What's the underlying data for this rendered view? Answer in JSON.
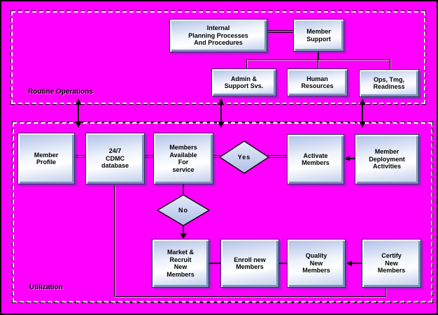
{
  "colors": {
    "background": "#ff00ff",
    "node_border": "#24335f",
    "node_fill_light": "#ffffff",
    "node_fill_dark": "#aebfe7",
    "connector": "#000000",
    "dash_black": "#000000",
    "dash_white": "#ffffff"
  },
  "sections": {
    "routine": {
      "label": "Routine Operations"
    },
    "utilization": {
      "label": "Utilization"
    }
  },
  "nodes": {
    "internal_planning": {
      "label": "Internal\nPlanning Processes\nAnd Procedures"
    },
    "member_support": {
      "label": "Member\nSupport"
    },
    "admin_support": {
      "label": "Admin &\nSupport Svs."
    },
    "human_resources": {
      "label": "Human\nResources"
    },
    "ops_tmg": {
      "label": "Ops, Tmg,\nReadiness"
    },
    "member_profile": {
      "label": "Member\nProfile"
    },
    "cdmc_database": {
      "label": "24/7\nCDMC\ndatabase"
    },
    "members_available": {
      "label": "Members\nAvailable\nFor\nservice"
    },
    "yes_decision": {
      "label": "Yes"
    },
    "activate_members": {
      "label": "Activate\nMembers"
    },
    "member_deployment": {
      "label": "Member\nDeployment\nActivities"
    },
    "no_decision": {
      "label": "No"
    },
    "market_recruit": {
      "label": "Market &\nRecruit\nNew\nMembers"
    },
    "enroll_new": {
      "label": "Enroll new\nMembers"
    },
    "quality_new": {
      "label": "Quality\nNew\nMembers"
    },
    "certify_new": {
      "label": "Certify\nNew\nMembers"
    }
  }
}
